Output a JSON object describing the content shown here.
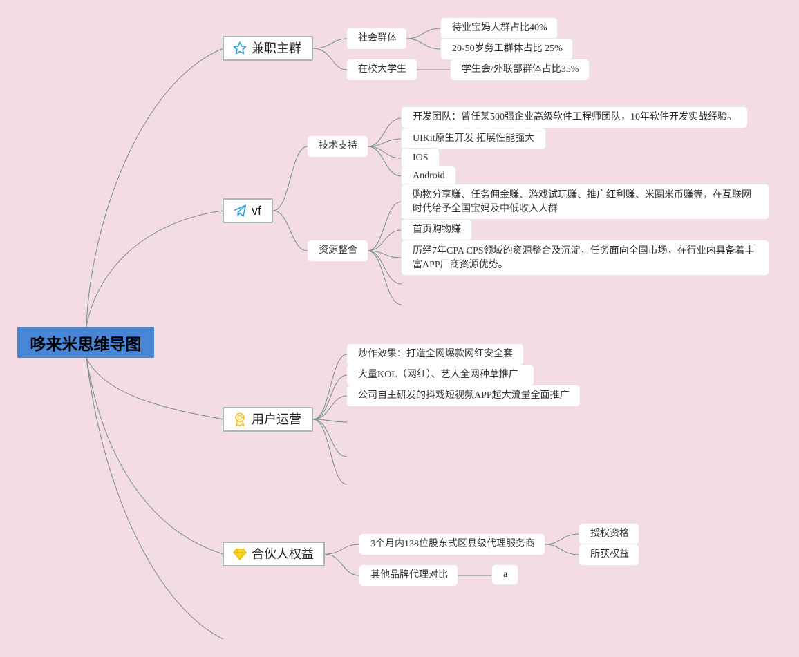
{
  "root": "哆来米思维导图",
  "branches": [
    {
      "label": "兼职主群",
      "icon": "star-icon",
      "children": [
        {
          "label": "社会群体",
          "children": [
            "待业宝妈人群占比40%",
            "20-50岁务工群体占比 25%"
          ]
        },
        {
          "label": "在校大学生",
          "children": [
            "学生会/外联部群体占比35%"
          ]
        }
      ]
    },
    {
      "label": "vf",
      "icon": "paper-plane-icon",
      "children": [
        {
          "label": "技术支持",
          "children": [
            "开发团队：曾任某500强企业高级软件工程师团队，10年软件开发实战经验。",
            "UIKit原生开发 拓展性能强大",
            "IOS",
            "Android"
          ]
        },
        {
          "label": "资源整合",
          "children": [
            "购物分享赚、任务佣金赚、游戏试玩赚、推广红利赚、米圈米币赚等，在互联网时代给予全国宝妈及中低收入人群",
            "首页购物赚",
            "历经7年CPA CPS领域的资源整合及沉淀，任务面向全国市场，在行业内具备着丰富APP厂商资源优势。"
          ]
        }
      ]
    },
    {
      "label": "用户运营",
      "icon": "award-ribbon-icon",
      "children": [
        "炒作效果：打造全网爆款网红安全套",
        "大量KOL（网红）、艺人全网种草推广",
        "公司自主研发的抖戏短视频APP超大流量全面推广"
      ]
    },
    {
      "label": "合伙人权益",
      "icon": "diamond-icon",
      "children": [
        {
          "label": "3个月内138位股东式区县级代理服务商",
          "children": [
            "授权资格",
            "所获权益"
          ]
        },
        {
          "label": "其他品牌代理对比",
          "children": [
            "a"
          ]
        }
      ]
    }
  ],
  "colors": {
    "background": "#f3dce3",
    "root_fill": "#4a86d8",
    "connector": "#6f8f8a",
    "star_icon": "#2a9fd6",
    "plane_icon": "#2a9fd6",
    "award_icon": "#f2c21b",
    "diamond_icon": "#f7d82a"
  }
}
